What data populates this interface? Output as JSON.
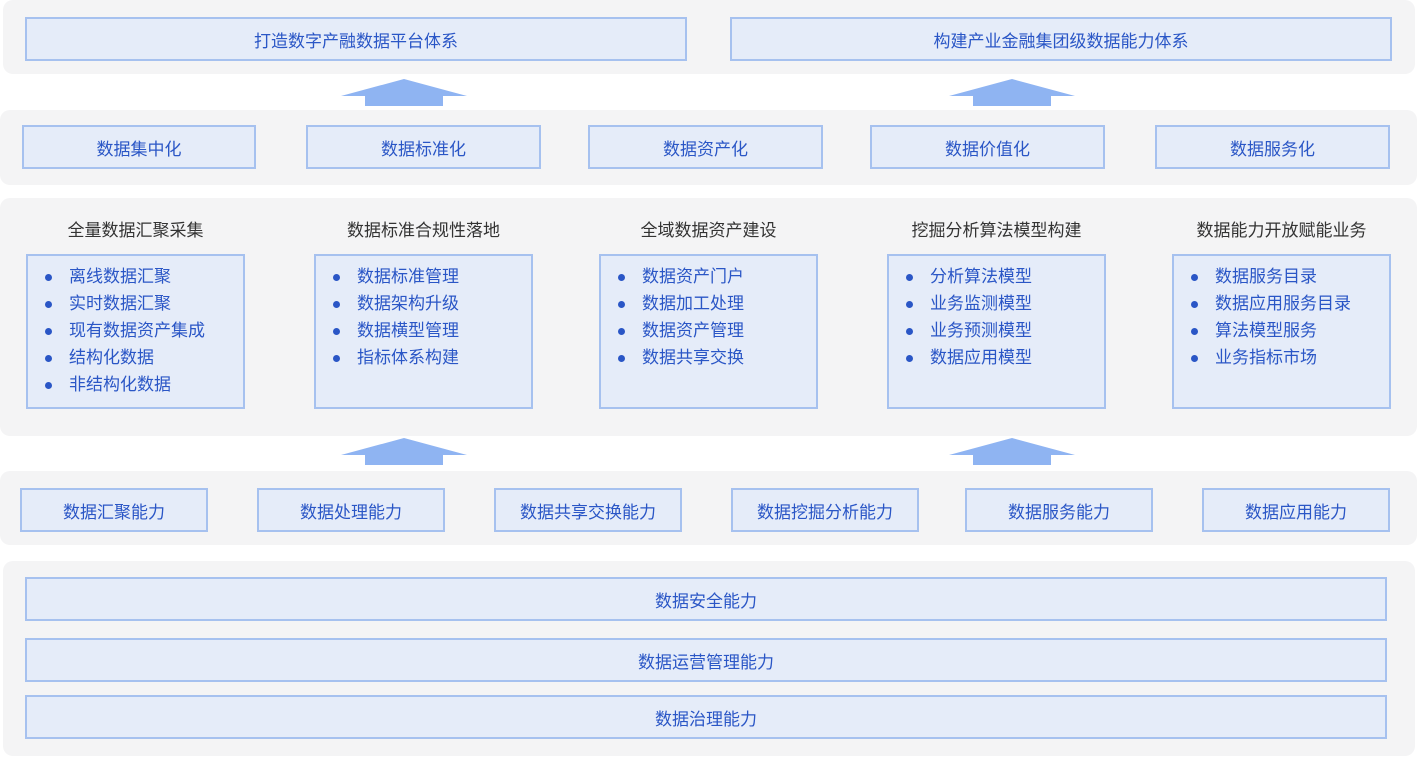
{
  "top_goals": [
    "打造数字产融数据平台体系",
    "构建产业金融集团级数据能力体系"
  ],
  "stages": [
    "数据集中化",
    "数据标准化",
    "数据资产化",
    "数据价值化",
    "数据服务化"
  ],
  "columns": [
    {
      "title": "全量数据汇聚采集",
      "items": [
        "离线数据汇聚",
        "实时数据汇聚",
        "现有数据资产集成",
        "结构化数据",
        "非结构化数据"
      ]
    },
    {
      "title": "数据标准合规性落地",
      "items": [
        "数据标准管理",
        "数据架构升级",
        "数据横型管理",
        "指标体系构建"
      ]
    },
    {
      "title": "全域数据资产建设",
      "items": [
        "数据资产门户",
        "数据加工处理",
        "数据资产管理",
        "数据共享交换"
      ]
    },
    {
      "title": "挖掘分析算法模型构建",
      "items": [
        "分析算法模型",
        "业务监测模型",
        "业务预测模型",
        "数据应用模型"
      ]
    },
    {
      "title": "数据能力开放赋能业务",
      "items": [
        "数据服务目录",
        "数据应用服务目录",
        "算法模型服务",
        "业务指标市场"
      ]
    }
  ],
  "capabilities": [
    "数据汇聚能力",
    "数据处理能力",
    "数据共享交换能力",
    "数据挖掘分析能力",
    "数据服务能力",
    "数据应用能力"
  ],
  "foundation": [
    "数据安全能力",
    "数据运营管理能力",
    "数据治理能力"
  ],
  "colors": {
    "box_fill": "#e5ecf9",
    "box_border": "#a6c1ef",
    "text": "#2a56c6",
    "arrow": "#8fb4f2",
    "band": "#f4f4f5"
  }
}
